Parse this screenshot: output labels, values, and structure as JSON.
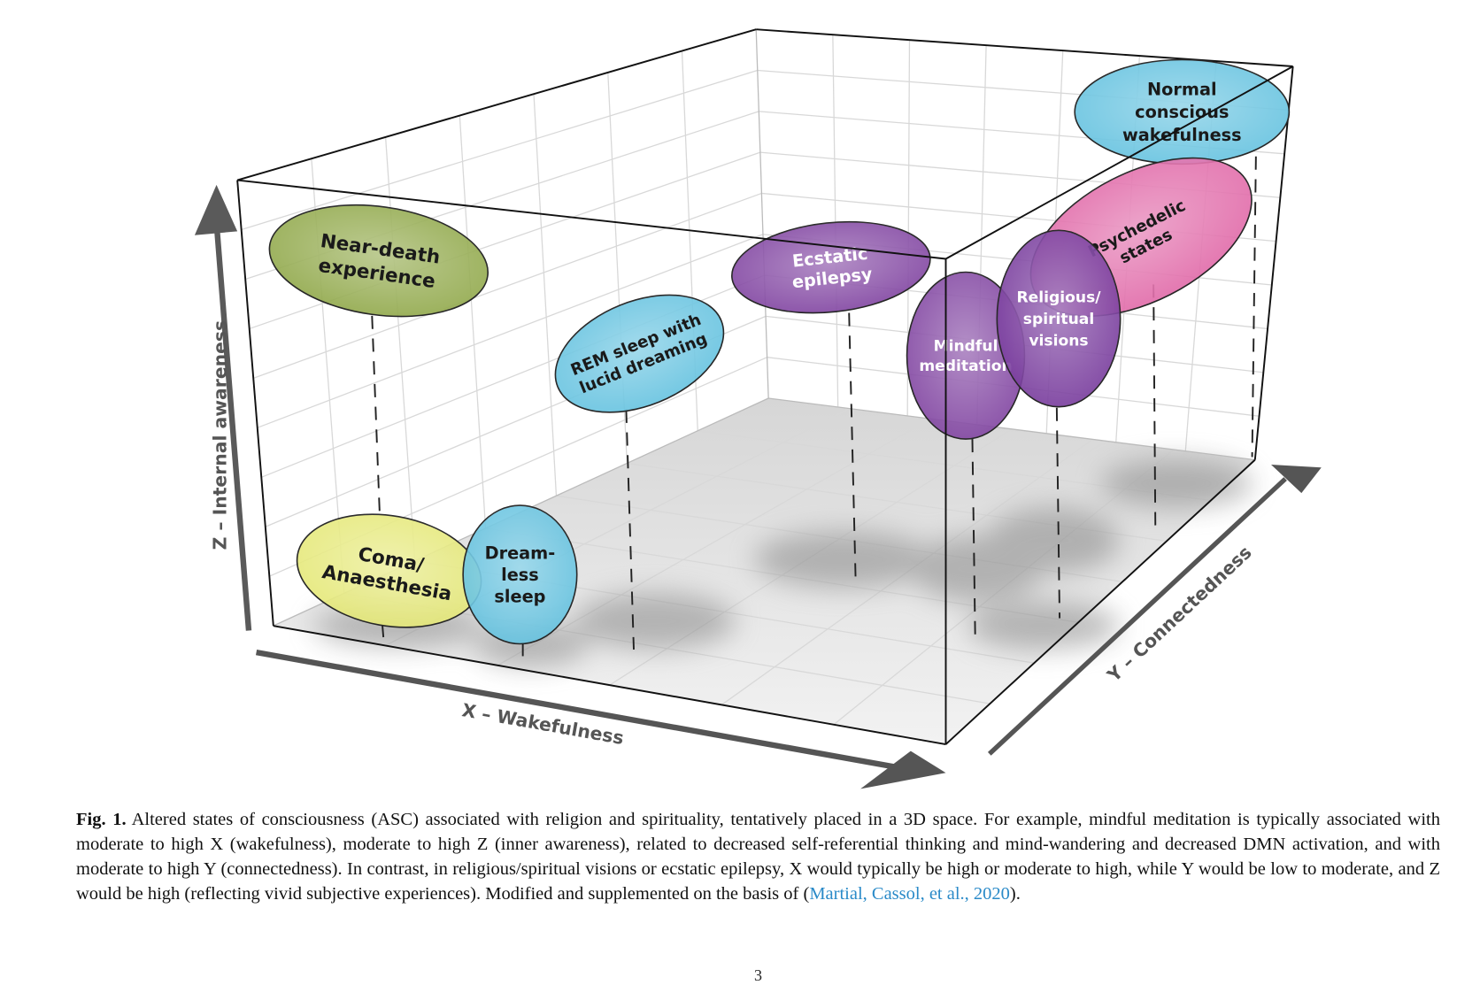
{
  "figure": {
    "axes": {
      "x": "X – Wakefulness",
      "y": "Y – Connectedness",
      "z": "Z – Internal awareness"
    },
    "states": [
      {
        "id": "near-death",
        "lines": [
          "Near-death",
          "experience"
        ],
        "color": "#8ea646",
        "text_color": "#1a1a1a"
      },
      {
        "id": "rem",
        "lines": [
          "REM sleep with",
          "lucid dreaming"
        ],
        "color": "#62c1df",
        "text_color": "#1a1a1a"
      },
      {
        "id": "ecstatic",
        "lines": [
          "Ecstatic",
          "epilepsy"
        ],
        "color": "#7d3f9e",
        "text_color": "#ffffff"
      },
      {
        "id": "mindful",
        "lines": [
          "Mindful",
          "meditation"
        ],
        "color": "#7d3f9e",
        "text_color": "#ffffff"
      },
      {
        "id": "religious",
        "lines": [
          "Religious/",
          "spiritual",
          "visions"
        ],
        "color": "#74369a",
        "text_color": "#ffffff"
      },
      {
        "id": "psychedelic",
        "lines": [
          "Psychedelic",
          "states"
        ],
        "color": "#e066a6",
        "text_color": "#1a1a1a"
      },
      {
        "id": "normal",
        "lines": [
          "Normal",
          "conscious",
          "wakefulness"
        ],
        "color": "#62c1df",
        "text_color": "#1a1a1a"
      },
      {
        "id": "coma",
        "lines": [
          "Coma/",
          "Anaesthesia"
        ],
        "color": "#e4e874",
        "text_color": "#1a1a1a"
      },
      {
        "id": "dreamless",
        "lines": [
          "Dream-",
          "less",
          "sleep"
        ],
        "color": "#62c1df",
        "text_color": "#1a1a1a"
      }
    ]
  },
  "caption": {
    "label": "Fig. 1.",
    "text": "Altered states of consciousness (ASC) associated with religion and spirituality, tentatively placed in a 3D space. For example, mindful meditation is typically associated with moderate to high X (wakefulness), moderate to high Z (inner awareness), related to decreased self-referential thinking and mind-wandering and decreased DMN activation, and with moderate to high Y (connectedness). In contrast, in religious/spiritual visions or ecstatic epilepsy, X would typically be high or moderate to high, while Y would be low to moderate, and Z would be high (reflecting vivid subjective experiences). Modified and supplemented on the basis of",
    "open_paren": "(",
    "citation": "Martial, Cassol, et al., 2020",
    "close": ")."
  },
  "page_number": "3"
}
